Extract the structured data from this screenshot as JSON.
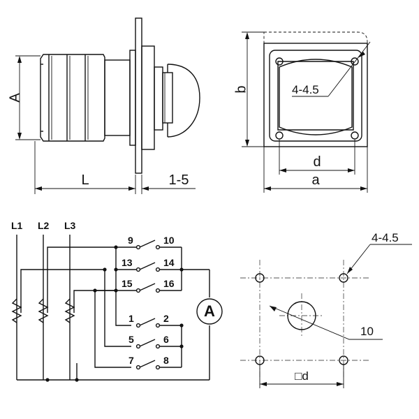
{
  "side_view": {
    "dim_height": "A",
    "dim_length": "L",
    "dim_panel": "1-5"
  },
  "front_view": {
    "dim_height": "b",
    "dim_hole_spacing": "d",
    "dim_width": "a",
    "hole_callout": "4-4.5"
  },
  "schematic": {
    "phases": [
      "L1",
      "L2",
      "L3"
    ],
    "terminals": [
      "9",
      "10",
      "13",
      "14",
      "15",
      "16",
      "1",
      "2",
      "5",
      "6",
      "7",
      "8"
    ],
    "meter_symbol": "A"
  },
  "cutout": {
    "hole_callout": "4-4.5",
    "center_hole": "10",
    "square_dim": "□d"
  }
}
